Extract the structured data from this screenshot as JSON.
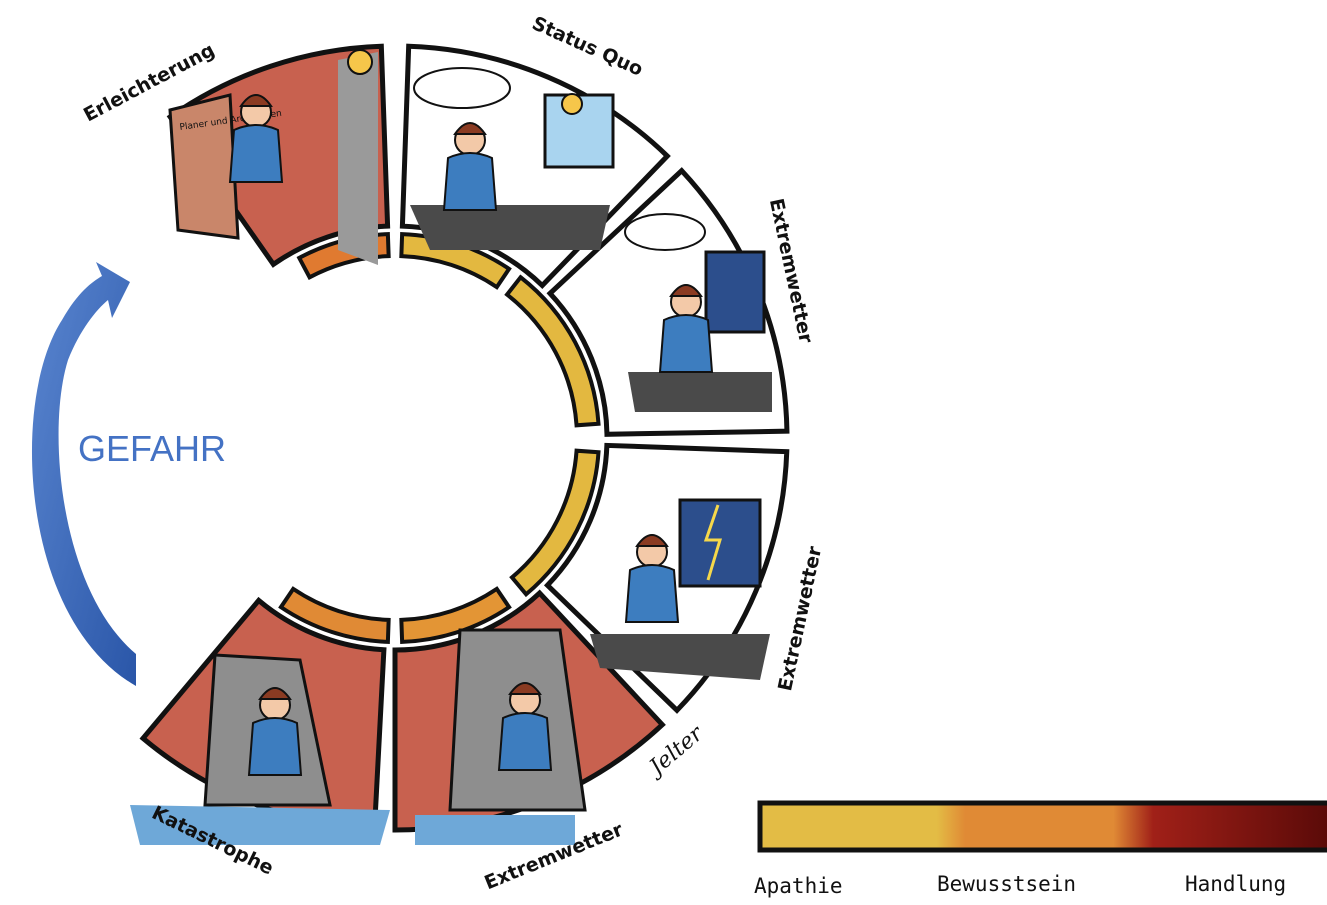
{
  "cycle": {
    "segments": [
      {
        "label": "Erleichterung",
        "scene": "relief-scene"
      },
      {
        "label": "Status Quo",
        "scene": "status-quo-scene"
      },
      {
        "label": "Extremwetter",
        "scene": "extreme-weather-scene-1"
      },
      {
        "label": "Extremwetter",
        "scene": "extreme-weather-scene-2"
      },
      {
        "label": "Extremwetter",
        "scene": "extreme-weather-scene-3"
      },
      {
        "label": "Katastrophe",
        "scene": "catastrophe-scene"
      }
    ],
    "door_sign": "Planer und Architekten",
    "signature": "Jelter"
  },
  "danger_label": "GEFAHR",
  "legend": {
    "labels": [
      "Apathie",
      "Bewusstsein",
      "Handlung"
    ],
    "colors": [
      "#e3bc45",
      "#e08a35",
      "#a02018",
      "#5a0a08"
    ]
  },
  "colors": {
    "arrow": "#3a67b8",
    "brick": "#c8614f",
    "wall_gray": "#9a9a9a",
    "desk": "#4a4a4a",
    "shirt": "#3d7dbf"
  }
}
